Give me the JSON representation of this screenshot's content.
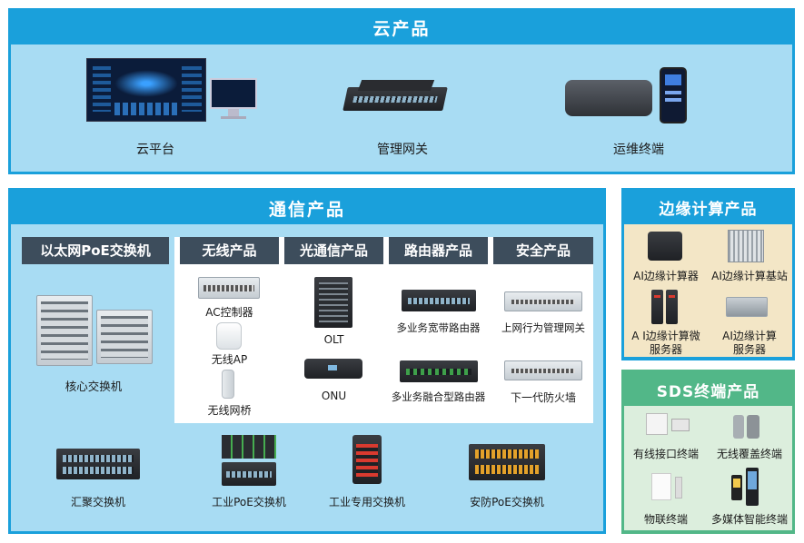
{
  "cloud": {
    "title": "云产品",
    "items": [
      {
        "label": "云平台"
      },
      {
        "label": "管理网关"
      },
      {
        "label": "运维终端"
      }
    ]
  },
  "comm": {
    "title": "通信产品",
    "columns": [
      {
        "title": "以太网PoE交换机",
        "items": [
          {
            "label": "核心交换机"
          }
        ]
      },
      {
        "title": "无线产品",
        "items": [
          {
            "label": "AC控制器"
          },
          {
            "label": "无线AP"
          },
          {
            "label": "无线网桥"
          }
        ]
      },
      {
        "title": "光通信产品",
        "items": [
          {
            "label": "OLT"
          },
          {
            "label": "ONU"
          }
        ]
      },
      {
        "title": "路由器产品",
        "items": [
          {
            "label": "多业务宽带路由器"
          },
          {
            "label": "多业务融合型路由器"
          }
        ]
      },
      {
        "title": "安全产品",
        "items": [
          {
            "label": "上网行为管理网关"
          },
          {
            "label": "下一代防火墙"
          }
        ]
      }
    ],
    "bottom": [
      {
        "label": "汇聚交换机"
      },
      {
        "label": "工业PoE交换机"
      },
      {
        "label": "工业专用交换机"
      },
      {
        "label": "安防PoE交换机"
      }
    ]
  },
  "edge": {
    "title": "边缘计算产品",
    "items": [
      {
        "label": "AI边缘计算器"
      },
      {
        "label": "AI边缘计算基站"
      },
      {
        "label": "A I边缘计算微",
        "label2": "服务器"
      },
      {
        "label": "AI边缘计算",
        "label2": "服务器"
      }
    ]
  },
  "sds": {
    "title": "SDS终端产品",
    "items": [
      {
        "label": "有线接口终端"
      },
      {
        "label": "无线覆盖终端"
      },
      {
        "label": "物联终端"
      },
      {
        "label": "多媒体智能终端"
      }
    ]
  },
  "colors": {
    "primary": "#1aa0db",
    "light": "#a8dcf3",
    "green": "#52b788",
    "header": "#3d4d5c"
  }
}
